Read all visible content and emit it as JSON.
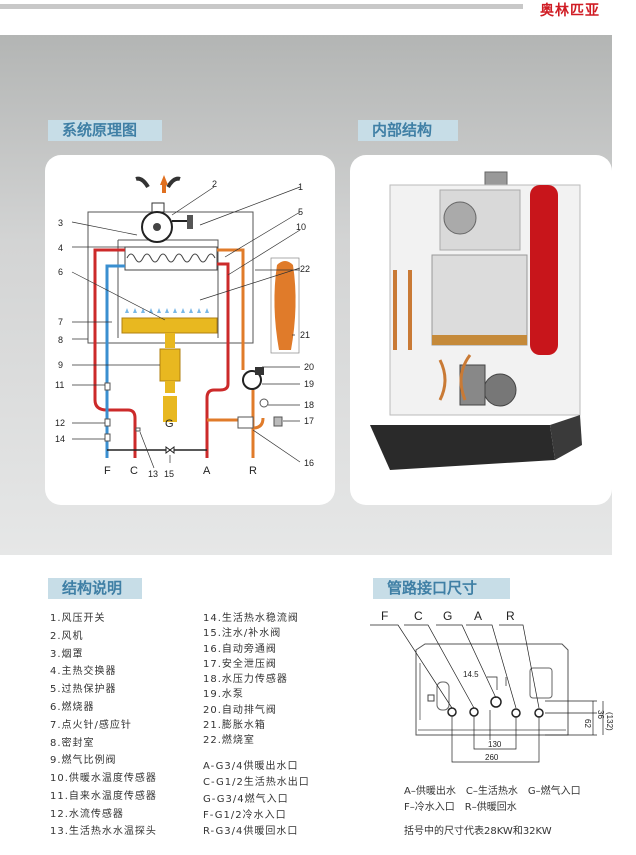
{
  "header": {
    "brand": "奥林匹亚"
  },
  "sections": {
    "schematic_title": "系统原理图",
    "interior_title": "内部结构",
    "legend_title": "结构说明",
    "connections_title": "管路接口尺寸"
  },
  "schematic": {
    "numbers": [
      "1",
      "2",
      "3",
      "4",
      "5",
      "6",
      "7",
      "8",
      "9",
      "10",
      "11",
      "12",
      "13",
      "14",
      "15",
      "16",
      "17",
      "18",
      "19",
      "20",
      "21",
      "22"
    ],
    "ports": {
      "F": "F",
      "C": "C",
      "G": "G",
      "A": "A",
      "R": "R"
    }
  },
  "legend": {
    "col1": [
      "1.风压开关",
      "2.风机",
      "3.烟罩",
      "4.主热交换器",
      "5.过热保护器",
      "6.燃烧器",
      "7.点火针/感应针",
      "8.密封室",
      "9.燃气比例阀",
      "10.供暖水温度传感器",
      "11.自来水温度传感器",
      "12.水流传感器",
      "13.生活热水水温探头"
    ],
    "col2": [
      "14.生活热水稳流阀",
      "15.注水/补水阀",
      "16.自动旁通阀",
      "17.安全泄压阀",
      "18.水压力传感器",
      "19.水泵",
      "20.自动排气阀",
      "21.膨胀水箱",
      "22.燃烧室"
    ],
    "ports": [
      "A-G3/4供暖出水口",
      "C-G1/2生活热水出口",
      "G-G3/4燃气入口",
      "F-G1/2冷水入口",
      "R-G3/4供暖回水口"
    ]
  },
  "dimensions": {
    "labels": [
      "F",
      "C",
      "G",
      "A",
      "R"
    ],
    "d145": "14.5",
    "d130": "130",
    "d260": "260",
    "d36": "36",
    "d62": "62",
    "d132": "(132)",
    "key_line1": "A–供暖出水　C–生活热水　G–燃气入口",
    "key_line2": "F–冷水入口　R–供暖回水",
    "footnote": "括号中的尺寸代表28KW和32KW"
  }
}
